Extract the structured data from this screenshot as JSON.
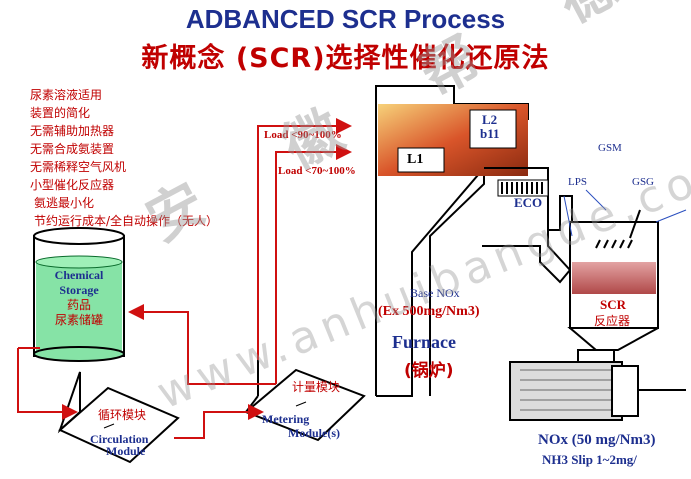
{
  "title_en": "ADBANCED SCR Process",
  "title_cn": "新概念 (SCR)选择性催化还原法",
  "bullets": [
    "尿素溶液适用",
    "装置的简化",
    "无需辅助加热器",
    "无需合成氨装置",
    "无需稀释空气风机",
    "小型催化反应器",
    "氨逃最小化",
    "节约运行成本/全自动操作（无人）"
  ],
  "storage": {
    "line1": "Chemical",
    "line2": "Storage",
    "line3": "药品",
    "line4": "尿素储罐"
  },
  "circulation": {
    "cn": "循环模块",
    "en1": "Circulation",
    "en2": "Module"
  },
  "metering": {
    "cn": "计量模块",
    "en1": "Metering",
    "en2": "Module(s)"
  },
  "load_1": "Load <90~100%",
  "load_2": "Load <70~100%",
  "l1": "L1",
  "l2": "L2",
  "l2b": "b11",
  "eco": "ECO",
  "gsm": "GSM",
  "lps": "LPS",
  "gsg": "GSG",
  "base_nox": "Base NOx",
  "ex_value": "(Ex  500mg/Nm3)",
  "furnace_en": "Furnace",
  "furnace_cn": "(锅炉)",
  "scr_en": "SCR",
  "scr_cn": "反应器",
  "nox_out": "NOx (50 mg/Nm3)",
  "nh3_slip": "NH3 Slip 1~2mg/",
  "watermark_cn": "安 徽 帮 德",
  "watermark_url": "www.anhuibangde.com"
}
